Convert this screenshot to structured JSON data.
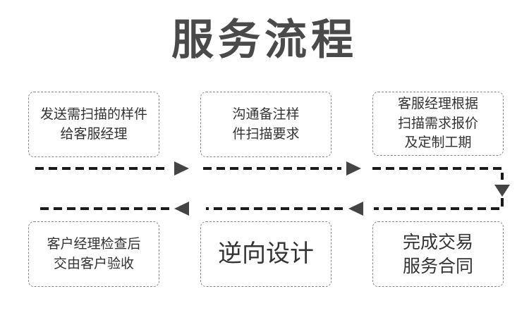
{
  "title": "服务流程",
  "steps": [
    {
      "id": "s1",
      "text": "发送需扫描的样件\n给客服经理"
    },
    {
      "id": "s2",
      "text": "沟通备注样\n件扫描要求"
    },
    {
      "id": "s3",
      "text": "客服经理根据\n扫描需求报价\n及定制工期"
    },
    {
      "id": "s4",
      "text": "完成交易\n服务合同"
    },
    {
      "id": "s5",
      "text": "逆向设计"
    },
    {
      "id": "s6",
      "text": "客户经理检查后\n交由客户验收"
    }
  ],
  "colors": {
    "title": "#4a4a4a",
    "text": "#333333",
    "box_border": "#888888",
    "arrow": "#1a1a1a"
  }
}
